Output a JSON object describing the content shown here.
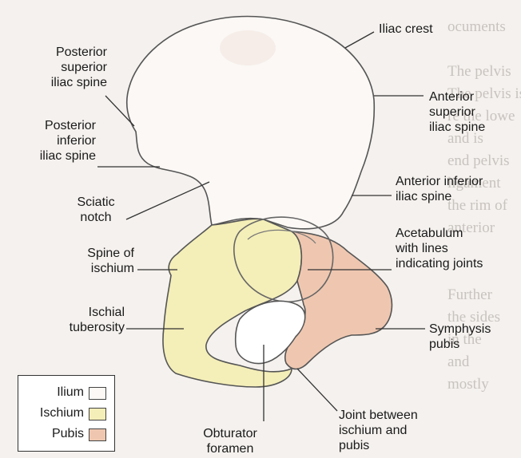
{
  "labels": {
    "iliac_crest": "Iliac crest",
    "posterior_superior_iliac_spine": "Posterior\nsuperior\niliac spine",
    "anterior_superior_iliac_spine": "Anterior\nsuperior\niliac spine",
    "posterior_inferior_iliac_spine": "Posterior\ninferior\niliac spine",
    "anterior_inferior_iliac_spine": "Anterior inferior\niliac spine",
    "sciatic_notch": "Sciatic\nnotch",
    "spine_of_ischium": "Spine of\nischium",
    "acetabulum": "Acetabulum\nwith lines\nindicating joints",
    "ischial_tuberosity": "Ischial\ntuberosity",
    "symphysis_pubis": "Symphysis\npubis",
    "obturator_foramen": "Obturator\nforamen",
    "joint_ischium_pubis": "Joint between\nischium and\npubis"
  },
  "legend": [
    {
      "label": "Ilium",
      "color": "#fbf8f5"
    },
    {
      "label": "Ischium",
      "color": "#f4eeb8"
    },
    {
      "label": "Pubis",
      "color": "#efc7b0"
    }
  ],
  "colors": {
    "ilium": "#fbf8f5",
    "ischium": "#f4eeb8",
    "pubis": "#efc7b0",
    "outline": "#444444"
  }
}
